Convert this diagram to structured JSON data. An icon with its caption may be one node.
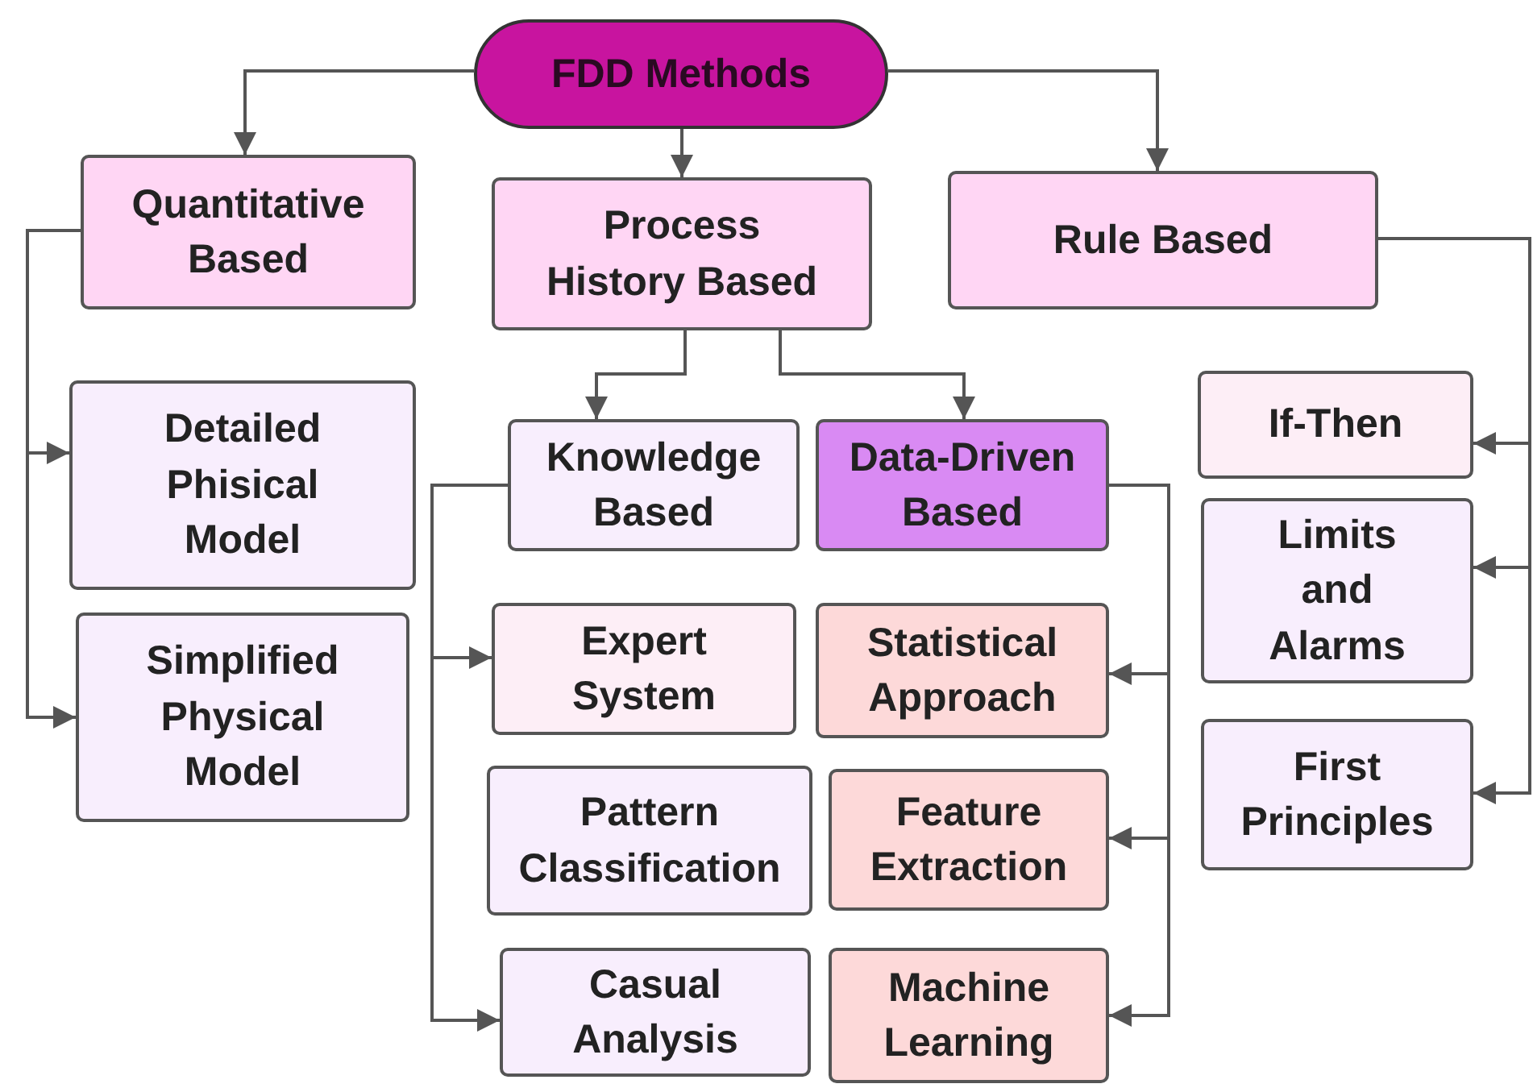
{
  "diagram": {
    "nodes": [
      {
        "text": [
          "FDD Methods"
        ]
      },
      {
        "text": [
          "Quantitative Based"
        ]
      },
      {
        "text": [
          "Process History Based"
        ]
      },
      {
        "text": [
          "Rule Based"
        ]
      },
      {
        "text": [
          "Detailed Phisical Model"
        ]
      },
      {
        "text": [
          "Simplified Physical Model"
        ]
      },
      {
        "text": [
          "Knowledge Based"
        ]
      },
      {
        "text": [
          "Data-Driven Based"
        ]
      },
      {
        "text": [
          "Expert System"
        ]
      },
      {
        "text": [
          "Statistical Approach"
        ]
      },
      {
        "text": [
          "Pattern Classification"
        ]
      },
      {
        "text": [
          "Feature Extraction"
        ]
      },
      {
        "text": [
          "Casual Analysis"
        ]
      },
      {
        "text": [
          "Machine Learning"
        ]
      },
      {
        "text": [
          "If-Then"
        ]
      },
      {
        "text": [
          "Limits and Alarms"
        ]
      },
      {
        "text": [
          "First Principles"
        ]
      }
    ],
    "edges": [
      {
        "from": 0,
        "to": 1,
        "arrow": "to"
      },
      {
        "from": 0,
        "to": 2,
        "arrow": "to"
      },
      {
        "from": 0,
        "to": 3,
        "arrow": "to"
      },
      {
        "from": 1,
        "to": 4,
        "arrow": "to"
      },
      {
        "from": 1,
        "to": 5,
        "arrow": "to"
      },
      {
        "from": 2,
        "to": 6,
        "arrow": "to"
      },
      {
        "from": 2,
        "to": 7,
        "arrow": "to"
      },
      {
        "from": 6,
        "to": 8,
        "arrow": "to"
      },
      {
        "from": 6,
        "to": 12,
        "arrow": "to"
      },
      {
        "from": 7,
        "to": 9,
        "arrow": "to"
      },
      {
        "from": 7,
        "to": 11,
        "arrow": "to"
      },
      {
        "from": 7,
        "to": 13,
        "arrow": "to"
      },
      {
        "from": 3,
        "to": 14,
        "arrow": "to"
      },
      {
        "from": 3,
        "to": 15,
        "arrow": "to"
      },
      {
        "from": 3,
        "to": 16,
        "arrow": "to"
      }
    ]
  }
}
